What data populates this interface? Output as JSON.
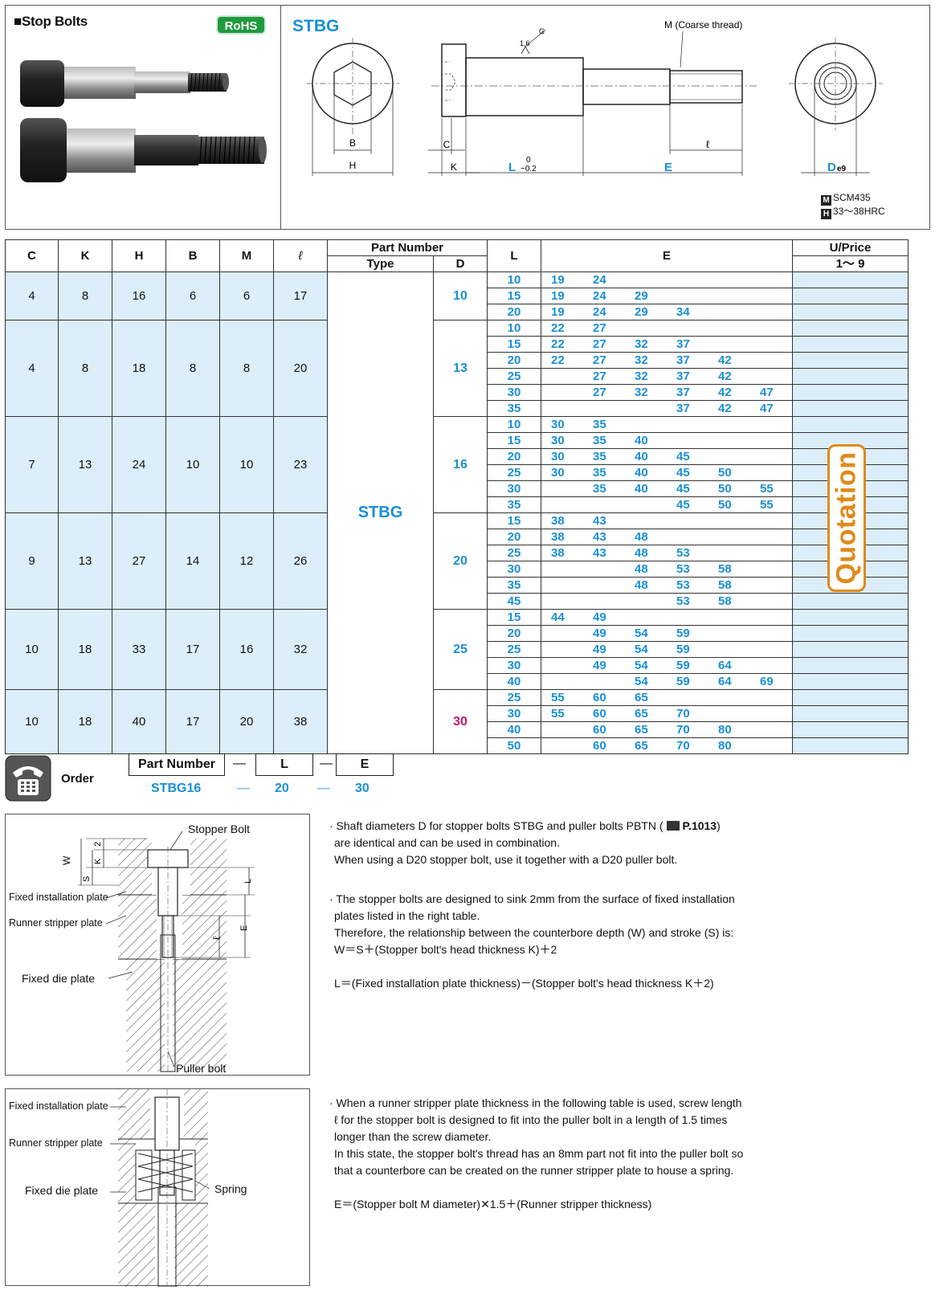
{
  "header": {
    "title": "■Stop Bolts",
    "rohs": "RoHS",
    "type_code": "STBG",
    "thread_label": "M (Coarse thread)",
    "roughness": "1.6",
    "g_label": "G",
    "dim_B": "B",
    "dim_H": "H",
    "dim_C": "C",
    "dim_K": "K",
    "dim_L": "L",
    "tol_L_top": "0",
    "tol_L_bot": "−0.2",
    "dim_E": "E",
    "dim_ell": "ℓ",
    "dim_D": "D",
    "dim_D_sub": "e9",
    "material_box": "M",
    "material": "SCM435",
    "hardness_box": "H",
    "hardness": "33～38HRC"
  },
  "table": {
    "headers": {
      "C": "C",
      "K": "K",
      "H": "H",
      "B": "B",
      "M": "M",
      "ell": "ℓ",
      "part_number": "Part Number",
      "type": "Type",
      "D": "D",
      "L": "L",
      "E": "E",
      "uprice": "U/Price",
      "qty": "1～ 9"
    },
    "type_value": "STBG",
    "quotation": "Quotation",
    "groups": [
      {
        "C": "4",
        "K": "8",
        "H": "16",
        "B": "6",
        "M": "6",
        "ell": "17",
        "D": "10",
        "rows": [
          {
            "L": "10",
            "E": [
              "19",
              "24",
              "",
              "",
              "",
              ""
            ]
          },
          {
            "L": "15",
            "E": [
              "19",
              "24",
              "29",
              "",
              "",
              ""
            ]
          },
          {
            "L": "20",
            "E": [
              "19",
              "24",
              "29",
              "34",
              "",
              ""
            ]
          }
        ]
      },
      {
        "C": "4",
        "K": "8",
        "H": "18",
        "B": "8",
        "M": "8",
        "ell": "20",
        "D": "13",
        "rows": [
          {
            "L": "10",
            "E": [
              "22",
              "27",
              "",
              "",
              "",
              ""
            ]
          },
          {
            "L": "15",
            "E": [
              "22",
              "27",
              "32",
              "37",
              "",
              ""
            ]
          },
          {
            "L": "20",
            "E": [
              "22",
              "27",
              "32",
              "37",
              "42",
              ""
            ]
          },
          {
            "L": "25",
            "E": [
              "",
              "27",
              "32",
              "37",
              "42",
              ""
            ]
          },
          {
            "L": "30",
            "E": [
              "",
              "27",
              "32",
              "37",
              "42",
              "47"
            ]
          },
          {
            "L": "35",
            "E": [
              "",
              "",
              "",
              "37",
              "42",
              "47"
            ]
          }
        ]
      },
      {
        "C": "7",
        "K": "13",
        "H": "24",
        "B": "10",
        "M": "10",
        "ell": "23",
        "D": "16",
        "rows": [
          {
            "L": "10",
            "E": [
              "30",
              "35",
              "",
              "",
              "",
              ""
            ]
          },
          {
            "L": "15",
            "E": [
              "30",
              "35",
              "40",
              "",
              "",
              ""
            ]
          },
          {
            "L": "20",
            "E": [
              "30",
              "35",
              "40",
              "45",
              "",
              ""
            ]
          },
          {
            "L": "25",
            "E": [
              "30",
              "35",
              "40",
              "45",
              "50",
              ""
            ]
          },
          {
            "L": "30",
            "E": [
              "",
              "35",
              "40",
              "45",
              "50",
              "55"
            ]
          },
          {
            "L": "35",
            "E": [
              "",
              "",
              "",
              "45",
              "50",
              "55"
            ]
          }
        ]
      },
      {
        "C": "9",
        "K": "13",
        "H": "27",
        "B": "14",
        "M": "12",
        "ell": "26",
        "D": "20",
        "rows": [
          {
            "L": "15",
            "E": [
              "38",
              "43",
              "",
              "",
              "",
              ""
            ]
          },
          {
            "L": "20",
            "E": [
              "38",
              "43",
              "48",
              "",
              "",
              ""
            ]
          },
          {
            "L": "25",
            "E": [
              "38",
              "43",
              "48",
              "53",
              "",
              ""
            ]
          },
          {
            "L": "30",
            "E": [
              "",
              "",
              "48",
              "53",
              "58",
              ""
            ]
          },
          {
            "L": "35",
            "E": [
              "",
              "",
              "48",
              "53",
              "58",
              ""
            ]
          },
          {
            "L": "45",
            "E": [
              "",
              "",
              "",
              "53",
              "58",
              ""
            ]
          }
        ]
      },
      {
        "C": "10",
        "K": "18",
        "H": "33",
        "B": "17",
        "M": "16",
        "ell": "32",
        "D": "25",
        "rows": [
          {
            "L": "15",
            "E": [
              "44",
              "49",
              "",
              "",
              "",
              ""
            ]
          },
          {
            "L": "20",
            "E": [
              "",
              "49",
              "54",
              "59",
              "",
              ""
            ]
          },
          {
            "L": "25",
            "E": [
              "",
              "49",
              "54",
              "59",
              "",
              ""
            ]
          },
          {
            "L": "30",
            "E": [
              "",
              "49",
              "54",
              "59",
              "64",
              ""
            ]
          },
          {
            "L": "40",
            "E": [
              "",
              "",
              "54",
              "59",
              "64",
              "69"
            ]
          }
        ]
      },
      {
        "C": "10",
        "K": "18",
        "H": "40",
        "B": "17",
        "M": "20",
        "ell": "38",
        "D": "30",
        "rows": [
          {
            "L": "25",
            "E": [
              "55",
              "60",
              "65",
              "",
              "",
              ""
            ]
          },
          {
            "L": "30",
            "E": [
              "55",
              "60",
              "65",
              "70",
              "",
              ""
            ]
          },
          {
            "L": "40",
            "E": [
              "",
              "60",
              "65",
              "70",
              "80",
              ""
            ]
          },
          {
            "L": "50",
            "E": [
              "",
              "60",
              "65",
              "70",
              "80",
              ""
            ]
          }
        ]
      }
    ]
  },
  "order": {
    "label": "Order",
    "h_part": "Part Number",
    "h_L": "L",
    "h_E": "E",
    "dash": "—",
    "v_part": "STBG16",
    "v_L": "20",
    "v_E": "30"
  },
  "diagram1": {
    "stopper_bolt": "Stopper Bolt",
    "fixed_install": "Fixed installation plate",
    "runner_stripper": "Runner stripper plate",
    "fixed_die": "Fixed die plate",
    "puller_bolt": "Puller bolt",
    "w": "W",
    "s": "S",
    "k": "K",
    "two": "2",
    "L": "L",
    "E": "E",
    "ell": "ℓ"
  },
  "diagram2": {
    "fixed_install": "Fixed installation plate",
    "runner_stripper": "Runner stripper plate",
    "fixed_die": "Fixed die plate",
    "spring": "Spring"
  },
  "notes": {
    "n1_a": "· Shaft diameters D for stopper bolts STBG and puller bolts PBTN (",
    "n1_ref": "P.1013",
    "n1_b": ")",
    "n1_c": "are identical and can be used in combination.",
    "n1_d": "When using a D20 stopper bolt, use it together with a D20 puller bolt.",
    "n2_a": "· The stopper bolts are designed to sink 2mm from the surface of fixed installation",
    "n2_b": "plates listed in the right table.",
    "n2_c": "Therefore, the relationship between the counterbore depth (W) and stroke (S) is:",
    "n2_d": "W＝S＋(Stopper bolt's head thickness K)＋2",
    "n2_e": "L＝(Fixed installation plate thickness)－(Stopper bolt's head thickness K＋2)",
    "n3_a": "· When a runner stripper plate thickness in the following table is used, screw length",
    "n3_b": "ℓ for the stopper bolt is designed to fit into the puller bolt in a length of 1.5 times",
    "n3_c": "longer than the screw diameter.",
    "n3_d": "In this state, the stopper bolt's thread has an 8mm part not fit into the puller bolt so",
    "n3_e": "that a counterbore can be created on the runner stripper plate to house a spring.",
    "n3_f": "E＝(Stopper bolt M diameter)✕1.5＋(Runner stripper thickness)"
  }
}
